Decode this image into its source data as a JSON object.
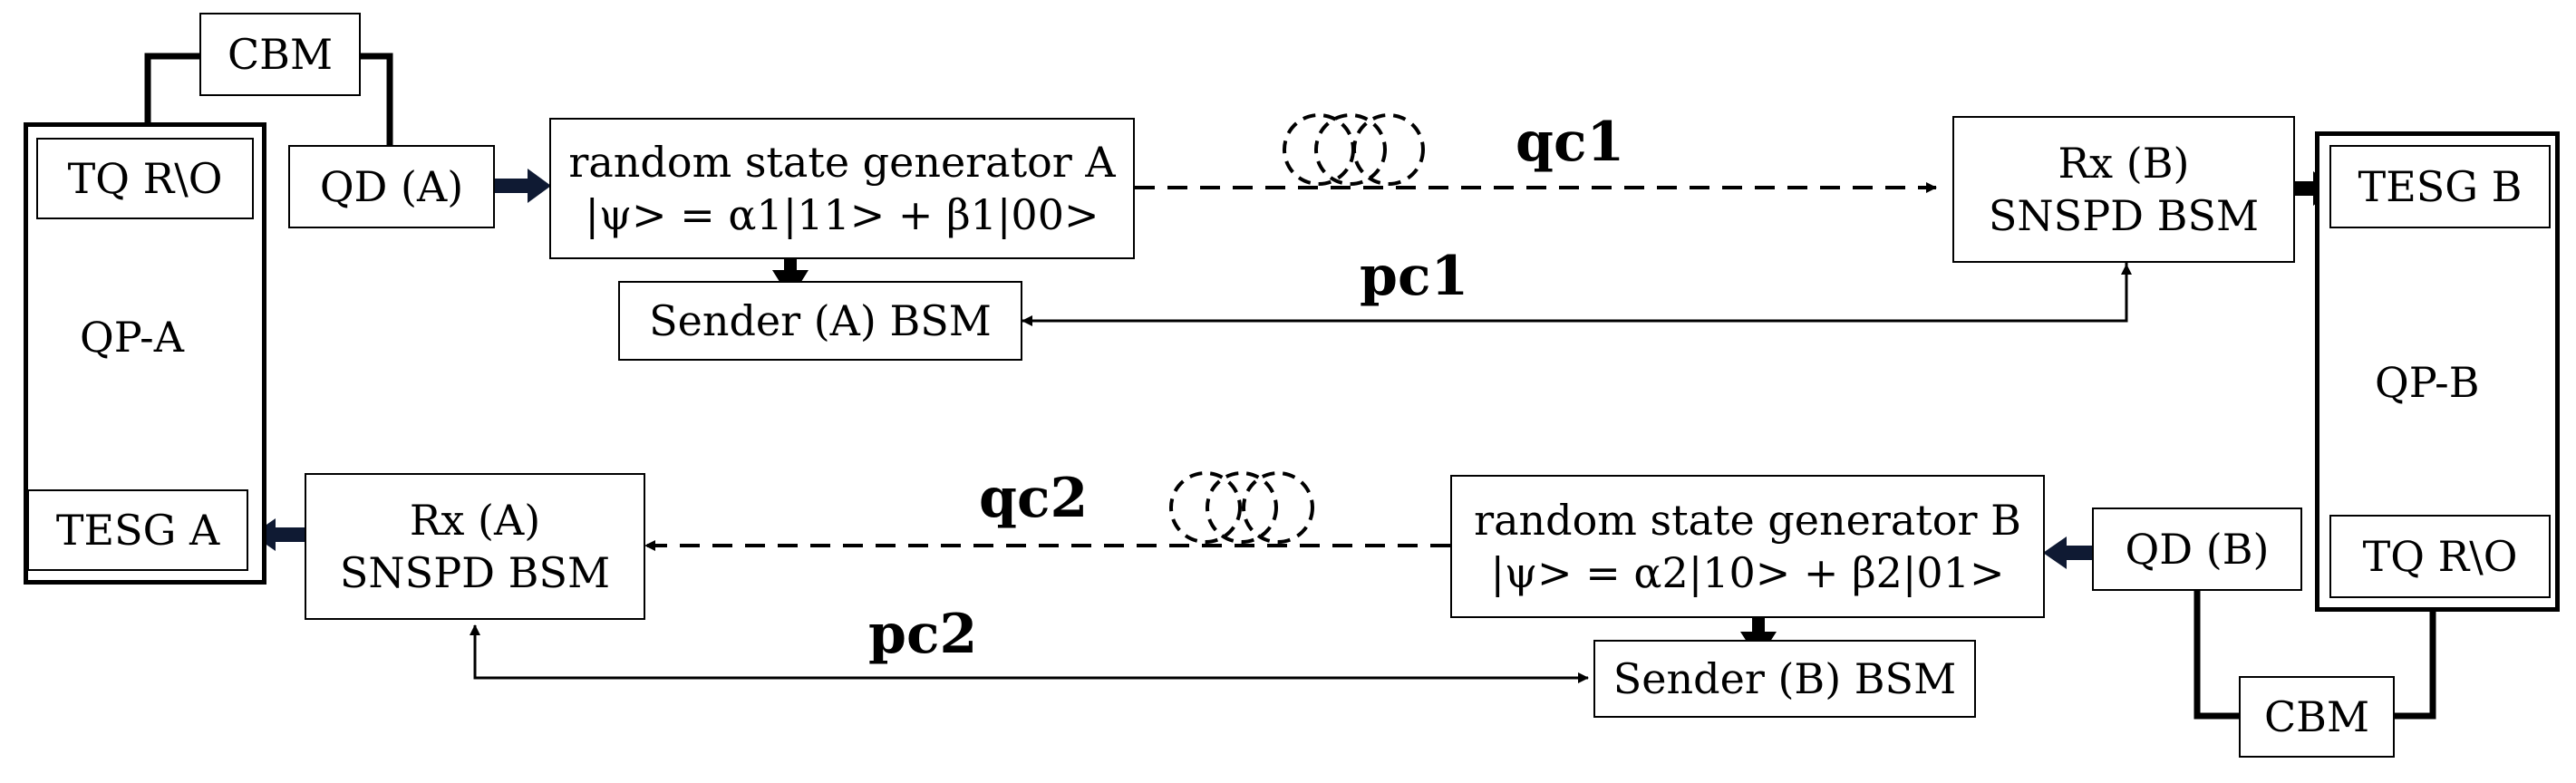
{
  "qp_a": {
    "title": "QP-A",
    "readout": "TQ R\\O",
    "tesg": "TESG A",
    "cbm": "CBM",
    "qd": "QD (A)"
  },
  "qp_b": {
    "title": "QP-B",
    "readout": "TQ R\\O",
    "tesg": "TESG B",
    "cbm": "CBM",
    "qd": "QD (B)"
  },
  "generator_a": {
    "title": "random state generator A",
    "state": "|ψ> = α1|11> + β1|00>"
  },
  "generator_b": {
    "title": "random state generator B",
    "state": "|ψ> = α2|10> + β2|01>"
  },
  "sender_a": "Sender (A) BSM",
  "sender_b": "Sender (B) BSM",
  "rx_b": {
    "line1": "Rx (B)",
    "line2": "SNSPD BSM"
  },
  "rx_a": {
    "line1": "Rx (A)",
    "line2": "SNSPD BSM"
  },
  "channels": {
    "qc1": "qc1",
    "pc1": "pc1",
    "qc2": "qc2",
    "pc2": "pc2"
  }
}
